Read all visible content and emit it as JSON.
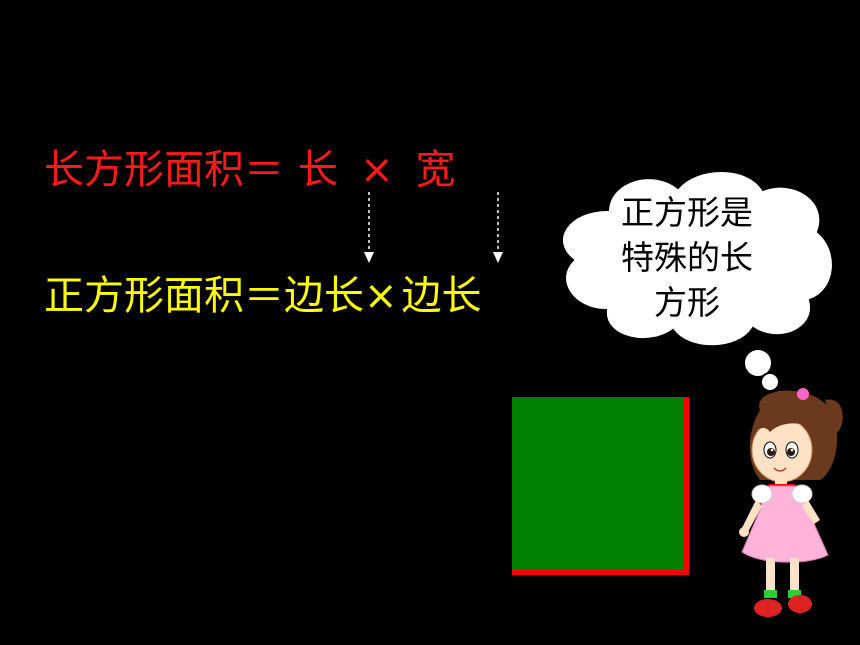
{
  "rectangle_formula": {
    "lhs": "长方形面积＝",
    "length": "长",
    "times": "×",
    "width": "宽"
  },
  "square_formula": {
    "lhs": "正方形面积＝",
    "side1": "边长",
    "times": "×",
    "side2": "边长"
  },
  "thought_bubble": {
    "lines": [
      "正方形是",
      "特殊的长",
      "方形"
    ]
  },
  "colors": {
    "background": "#000000",
    "rectangle_formula": "#ff1a1a",
    "square_formula": "#ffff00",
    "square_fill": "#008000",
    "square_edge": "#ff0000",
    "arrow": "#ffffff",
    "bubble_fill": "#ffffff",
    "bubble_stroke": "#000000"
  }
}
